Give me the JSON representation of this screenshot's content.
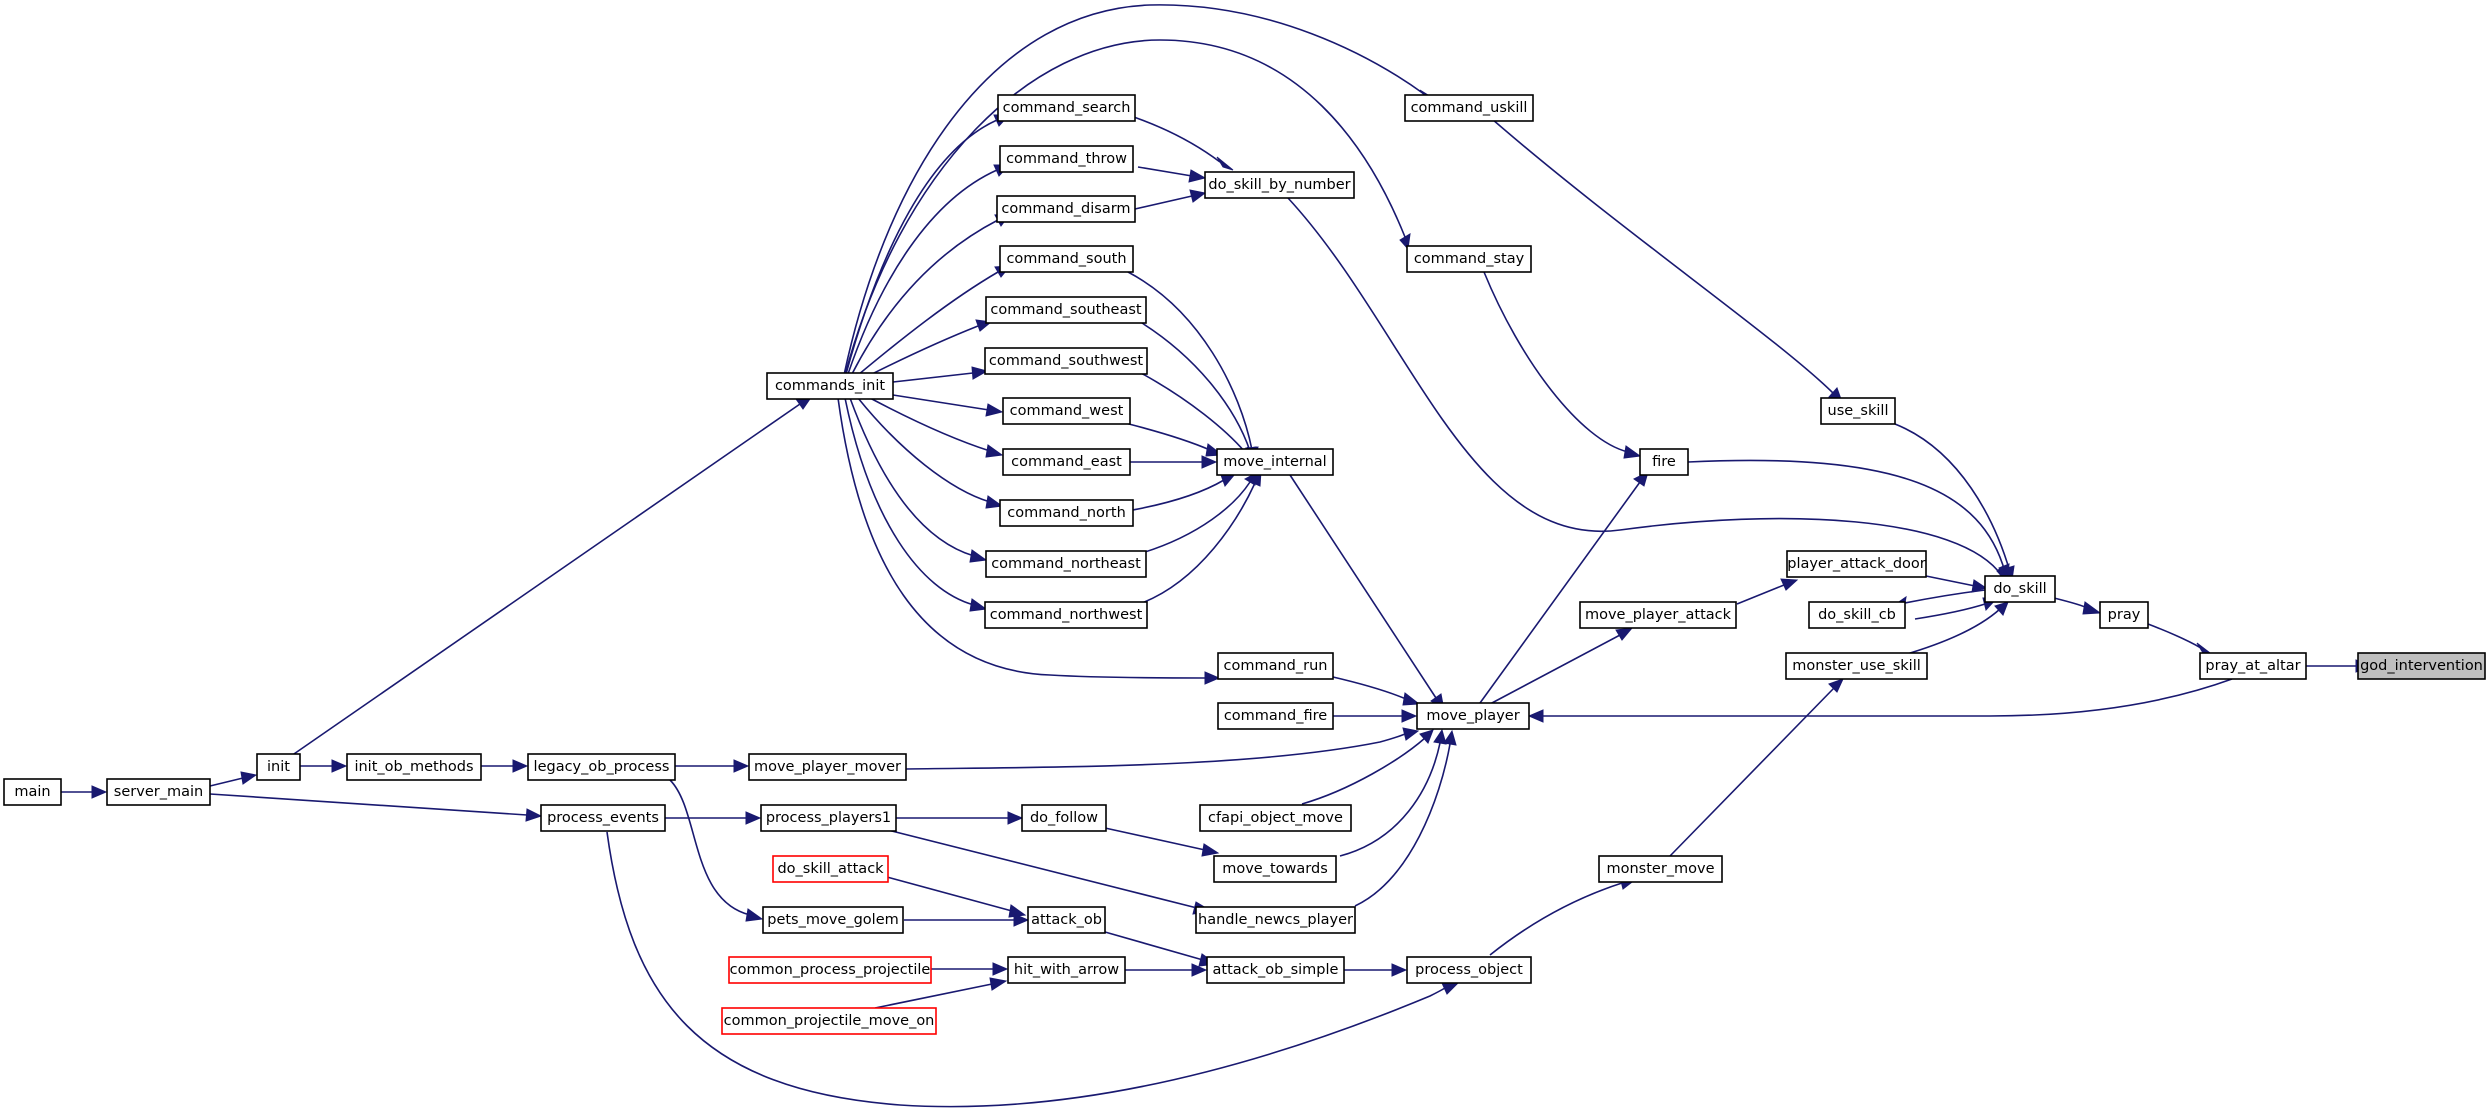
{
  "colors": {
    "edge": "#191970",
    "node_border": "#000000",
    "node_border_external": "#ff0000",
    "root_fill": "#bfbfbf"
  },
  "nodes": {
    "god_intervention": "god_intervention",
    "pray_at_altar": "pray_at_altar",
    "pray": "pray",
    "do_skill": "do_skill",
    "move_player": "move_player",
    "use_skill": "use_skill",
    "fire": "fire",
    "player_attack_door": "player_attack_door",
    "do_skill_cb": "do_skill_cb",
    "monster_use_skill": "monster_use_skill",
    "command_uskill": "command_uskill",
    "command_stay": "command_stay",
    "do_skill_by_number": "do_skill_by_number",
    "move_player_attack": "move_player_attack",
    "monster_move": "monster_move",
    "process_object": "process_object",
    "command_search": "command_search",
    "command_throw": "command_throw",
    "command_disarm": "command_disarm",
    "command_south": "command_south",
    "command_southeast": "command_southeast",
    "command_southwest": "command_southwest",
    "command_west": "command_west",
    "command_east": "command_east",
    "command_north": "command_north",
    "command_northeast": "command_northeast",
    "command_northwest": "command_northwest",
    "commands_init": "commands_init",
    "move_internal": "move_internal",
    "command_run": "command_run",
    "command_fire": "command_fire",
    "move_player_mover": "move_player_mover",
    "cfapi_object_move": "cfapi_object_move",
    "move_towards": "move_towards",
    "handle_newcs_player": "handle_newcs_player",
    "do_follow": "do_follow",
    "attack_ob": "attack_ob",
    "attack_ob_simple": "attack_ob_simple",
    "hit_with_arrow": "hit_with_arrow",
    "legacy_ob_process": "legacy_ob_process",
    "process_events": "process_events",
    "process_players1": "process_players1",
    "pets_move_golem": "pets_move_golem",
    "do_skill_attack": "do_skill_attack",
    "common_process_projectile": "common_process_projectile",
    "common_projectile_move_on": "common_projectile_move_on",
    "init_ob_methods": "init_ob_methods",
    "init": "init",
    "server_main": "server_main",
    "main": "main"
  }
}
